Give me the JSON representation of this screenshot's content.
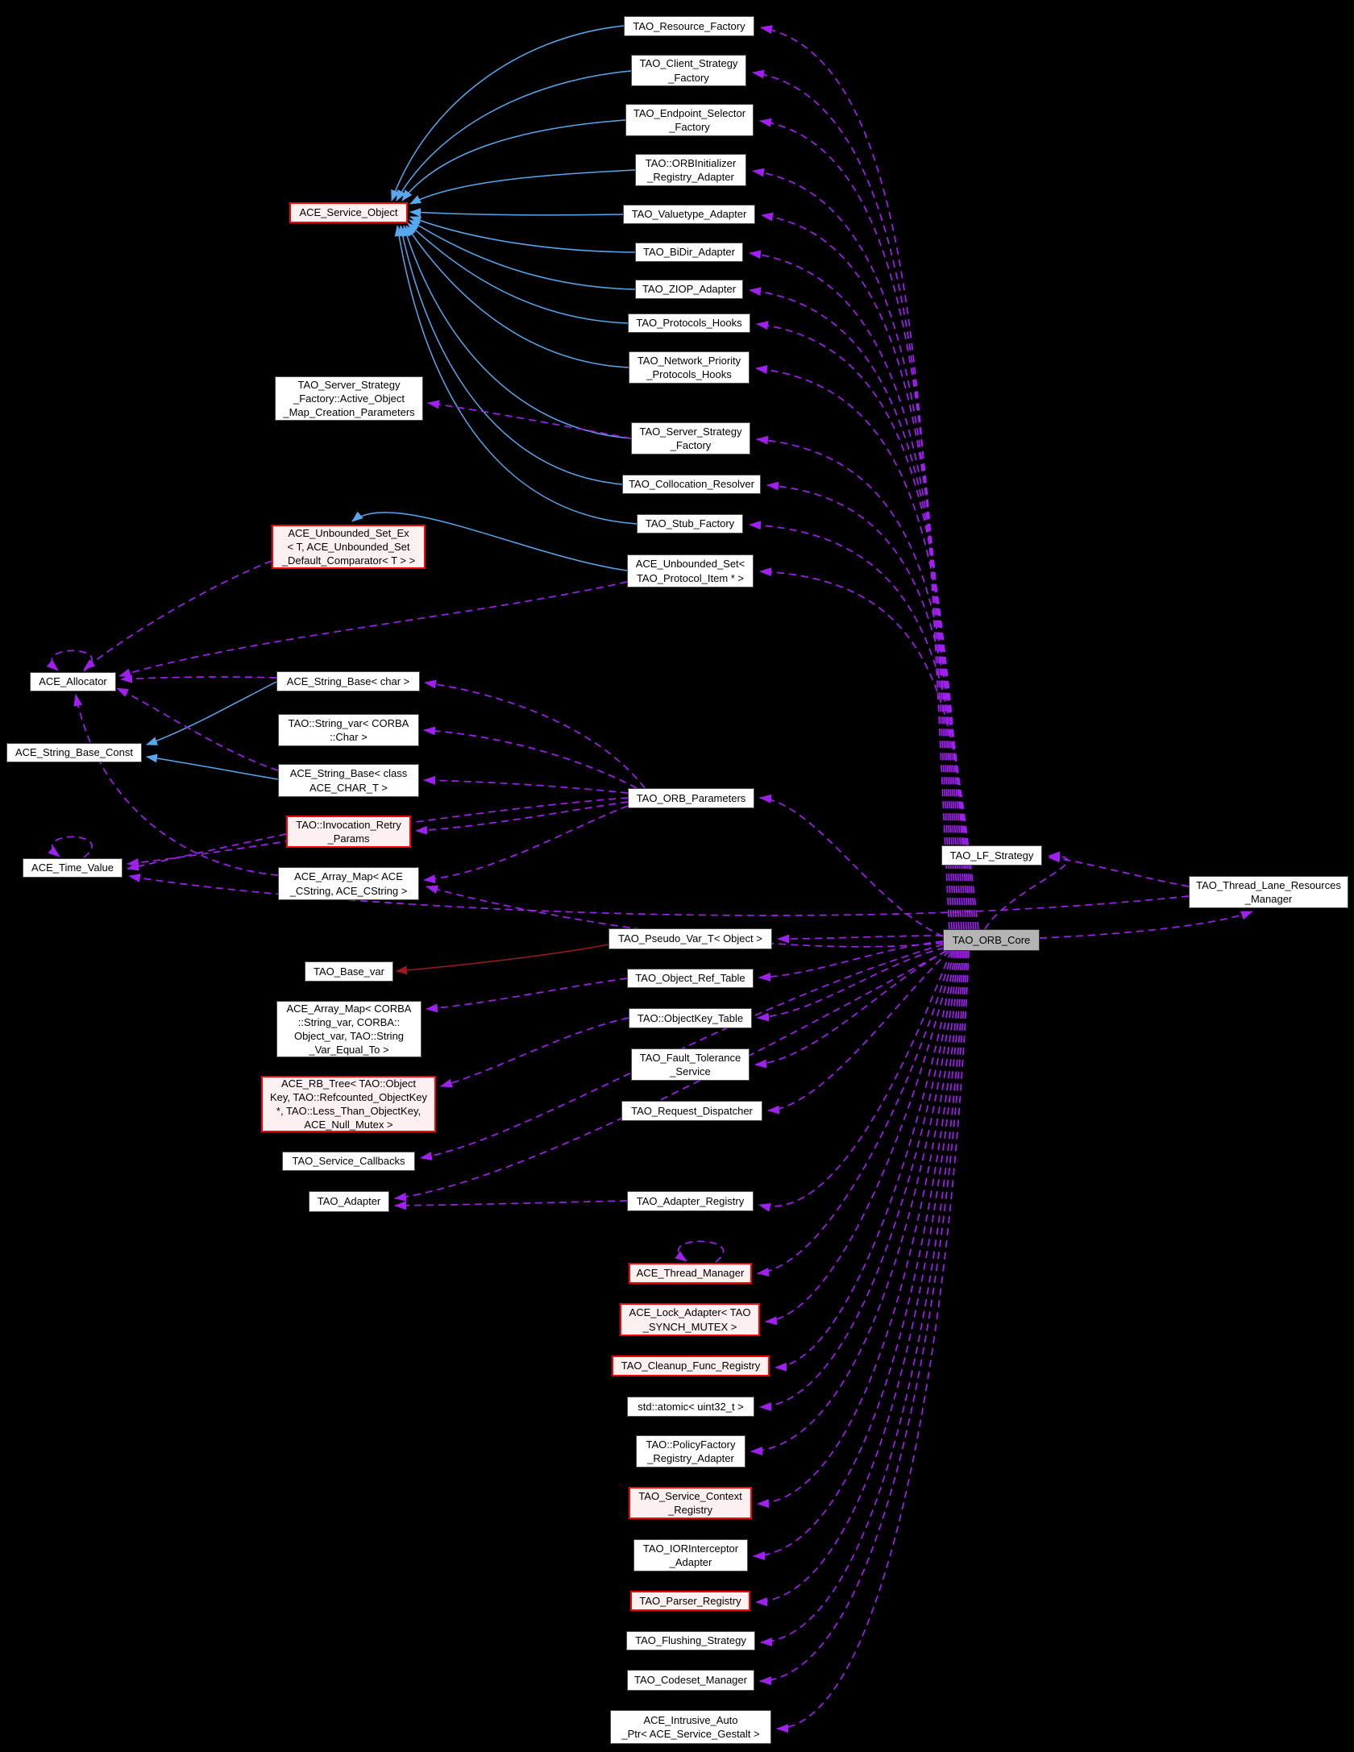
{
  "diagram": {
    "title": "TAO_ORB_Core collaboration graph",
    "background": "#000000"
  },
  "colors": {
    "bg": "#000000",
    "text": "#000000",
    "node_bg": "#ffffff",
    "node_border": "#4a4a4a",
    "red_border": "#ff0000",
    "red_bg": "#fdf0f0",
    "main_bg": "#b4b4b4",
    "main_border": "#333333",
    "edge_inherit": "#58a8ee",
    "edge_collab": "#a020f0",
    "edge_protected": "#9b1c1c"
  },
  "nodes": {
    "res_factory": {
      "label": "TAO_Resource_Factory",
      "emphasis": "normal"
    },
    "client_strat": {
      "label": "TAO_Client_Strategy\n_Factory",
      "emphasis": "normal"
    },
    "endpoint_sel": {
      "label": "TAO_Endpoint_Selector\n_Factory",
      "emphasis": "normal"
    },
    "orbinit_reg": {
      "label": "TAO::ORBInitializer\n_Registry_Adapter",
      "emphasis": "normal"
    },
    "valuetype_ad": {
      "label": "TAO_Valuetype_Adapter",
      "emphasis": "normal"
    },
    "bidir_ad": {
      "label": "TAO_BiDir_Adapter",
      "emphasis": "normal"
    },
    "ziop_ad": {
      "label": "TAO_ZIOP_Adapter",
      "emphasis": "normal"
    },
    "proto_hooks": {
      "label": "TAO_Protocols_Hooks",
      "emphasis": "normal"
    },
    "net_prio": {
      "label": "TAO_Network_Priority\n_Protocols_Hooks",
      "emphasis": "normal"
    },
    "server_strat": {
      "label": "TAO_Server_Strategy\n_Factory",
      "emphasis": "normal"
    },
    "colloc_res": {
      "label": "TAO_Collocation_Resolver",
      "emphasis": "normal"
    },
    "stub_factory": {
      "label": "TAO_Stub_Factory",
      "emphasis": "normal"
    },
    "unbounded_set": {
      "label": "ACE_Unbounded_Set<\nTAO_Protocol_Item * >",
      "emphasis": "normal"
    },
    "service_object": {
      "label": "ACE_Service_Object",
      "emphasis": "red"
    },
    "aom_params": {
      "label": "TAO_Server_Strategy\n_Factory::Active_Object\n_Map_Creation_Parameters",
      "emphasis": "normal"
    },
    "unbounded_set_ex": {
      "label": "ACE_Unbounded_Set_Ex\n< T, ACE_Unbounded_Set\n_Default_Comparator< T > >",
      "emphasis": "red"
    },
    "allocator": {
      "label": "ACE_Allocator",
      "emphasis": "normal"
    },
    "string_base_const": {
      "label": "ACE_String_Base_Const",
      "emphasis": "normal"
    },
    "time_value": {
      "label": "ACE_Time_Value",
      "emphasis": "normal"
    },
    "string_base_char": {
      "label": "ACE_String_Base< char >",
      "emphasis": "normal"
    },
    "string_var": {
      "label": "TAO::String_var< CORBA\n::Char >",
      "emphasis": "normal"
    },
    "string_base_t": {
      "label": "ACE_String_Base< class\nACE_CHAR_T >",
      "emphasis": "normal"
    },
    "invocation_retry": {
      "label": "TAO::Invocation_Retry\n_Params",
      "emphasis": "red"
    },
    "array_map_cstring": {
      "label": "ACE_Array_Map< ACE\n_CString, ACE_CString >",
      "emphasis": "normal"
    },
    "orb_params": {
      "label": "TAO_ORB_Parameters",
      "emphasis": "normal"
    },
    "lf_strategy": {
      "label": "TAO_LF_Strategy",
      "emphasis": "normal"
    },
    "orb_core": {
      "label": "TAO_ORB_Core",
      "emphasis": "main"
    },
    "tlrm": {
      "label": "TAO_Thread_Lane_Resources\n_Manager",
      "emphasis": "normal"
    },
    "pseudo_var": {
      "label": "TAO_Pseudo_Var_T< Object >",
      "emphasis": "normal"
    },
    "base_var": {
      "label": "TAO_Base_var",
      "emphasis": "normal"
    },
    "obj_ref_table": {
      "label": "TAO_Object_Ref_Table",
      "emphasis": "normal"
    },
    "array_map_strvar": {
      "label": "ACE_Array_Map< CORBA\n::String_var, CORBA::\nObject_var, TAO::String\n_Var_Equal_To >",
      "emphasis": "normal"
    },
    "objectkey_table": {
      "label": "TAO::ObjectKey_Table",
      "emphasis": "normal"
    },
    "fault_tolerance": {
      "label": "TAO_Fault_Tolerance\n_Service",
      "emphasis": "normal"
    },
    "rb_tree": {
      "label": "ACE_RB_Tree< TAO::Object\nKey, TAO::Refcounted_ObjectKey\n*, TAO::Less_Than_ObjectKey,\nACE_Null_Mutex >",
      "emphasis": "red"
    },
    "request_disp": {
      "label": "TAO_Request_Dispatcher",
      "emphasis": "normal"
    },
    "service_callbacks": {
      "label": "TAO_Service_Callbacks",
      "emphasis": "normal"
    },
    "adapter": {
      "label": "TAO_Adapter",
      "emphasis": "normal"
    },
    "adapter_registry": {
      "label": "TAO_Adapter_Registry",
      "emphasis": "normal"
    },
    "thread_manager": {
      "label": "ACE_Thread_Manager",
      "emphasis": "red"
    },
    "lock_adapter": {
      "label": "ACE_Lock_Adapter< TAO\n_SYNCH_MUTEX >",
      "emphasis": "red"
    },
    "cleanup_func": {
      "label": "TAO_Cleanup_Func_Registry",
      "emphasis": "red"
    },
    "atomic_u32": {
      "label": "std::atomic< uint32_t >",
      "emphasis": "normal"
    },
    "policy_factory": {
      "label": "TAO::PolicyFactory\n_Registry_Adapter",
      "emphasis": "normal"
    },
    "svc_ctx_reg": {
      "label": "TAO_Service_Context\n_Registry",
      "emphasis": "red"
    },
    "ior_interceptor": {
      "label": "TAO_IORInterceptor\n_Adapter",
      "emphasis": "normal"
    },
    "parser_registry": {
      "label": "TAO_Parser_Registry",
      "emphasis": "red"
    },
    "flushing_strategy": {
      "label": "TAO_Flushing_Strategy",
      "emphasis": "normal"
    },
    "codeset_manager": {
      "label": "TAO_Codeset_Manager",
      "emphasis": "normal"
    },
    "intrusive_auto_ptr": {
      "label": "ACE_Intrusive_Auto\n_Ptr< ACE_Service_Gestalt >",
      "emphasis": "normal"
    }
  },
  "edges": [
    {
      "from": "res_factory",
      "to": "service_object",
      "kind": "inherit"
    },
    {
      "from": "client_strat",
      "to": "service_object",
      "kind": "inherit"
    },
    {
      "from": "endpoint_sel",
      "to": "service_object",
      "kind": "inherit"
    },
    {
      "from": "orbinit_reg",
      "to": "service_object",
      "kind": "inherit"
    },
    {
      "from": "valuetype_ad",
      "to": "service_object",
      "kind": "inherit"
    },
    {
      "from": "bidir_ad",
      "to": "service_object",
      "kind": "inherit"
    },
    {
      "from": "ziop_ad",
      "to": "service_object",
      "kind": "inherit"
    },
    {
      "from": "proto_hooks",
      "to": "service_object",
      "kind": "inherit"
    },
    {
      "from": "net_prio",
      "to": "service_object",
      "kind": "inherit"
    },
    {
      "from": "server_strat",
      "to": "service_object",
      "kind": "inherit"
    },
    {
      "from": "colloc_res",
      "to": "service_object",
      "kind": "inherit"
    },
    {
      "from": "stub_factory",
      "to": "service_object",
      "kind": "inherit"
    },
    {
      "from": "unbounded_set",
      "to": "unbounded_set_ex",
      "kind": "inherit"
    },
    {
      "from": "string_base_char",
      "to": "string_base_const",
      "kind": "inherit"
    },
    {
      "from": "string_base_t",
      "to": "string_base_const",
      "kind": "inherit"
    },
    {
      "from": "pseudo_var",
      "to": "base_var",
      "kind": "protected"
    },
    {
      "from": "orb_core",
      "to": "res_factory",
      "kind": "collab"
    },
    {
      "from": "orb_core",
      "to": "client_strat",
      "kind": "collab"
    },
    {
      "from": "orb_core",
      "to": "endpoint_sel",
      "kind": "collab"
    },
    {
      "from": "orb_core",
      "to": "orbinit_reg",
      "kind": "collab"
    },
    {
      "from": "orb_core",
      "to": "valuetype_ad",
      "kind": "collab"
    },
    {
      "from": "orb_core",
      "to": "bidir_ad",
      "kind": "collab"
    },
    {
      "from": "orb_core",
      "to": "ziop_ad",
      "kind": "collab"
    },
    {
      "from": "orb_core",
      "to": "proto_hooks",
      "kind": "collab"
    },
    {
      "from": "orb_core",
      "to": "net_prio",
      "kind": "collab"
    },
    {
      "from": "orb_core",
      "to": "server_strat",
      "kind": "collab"
    },
    {
      "from": "orb_core",
      "to": "colloc_res",
      "kind": "collab"
    },
    {
      "from": "orb_core",
      "to": "stub_factory",
      "kind": "collab"
    },
    {
      "from": "orb_core",
      "to": "unbounded_set",
      "kind": "collab"
    },
    {
      "from": "orb_core",
      "to": "orb_params",
      "kind": "collab"
    },
    {
      "from": "orb_core",
      "to": "lf_strategy",
      "kind": "collab"
    },
    {
      "from": "orb_core",
      "to": "tlrm",
      "kind": "collab"
    },
    {
      "from": "tlrm",
      "to": "lf_strategy",
      "kind": "collab"
    },
    {
      "from": "tlrm",
      "to": "time_value",
      "kind": "collab"
    },
    {
      "from": "orb_core",
      "to": "pseudo_var",
      "kind": "collab"
    },
    {
      "from": "orb_core",
      "to": "obj_ref_table",
      "kind": "collab"
    },
    {
      "from": "orb_core",
      "to": "objectkey_table",
      "kind": "collab"
    },
    {
      "from": "orb_core",
      "to": "fault_tolerance",
      "kind": "collab"
    },
    {
      "from": "orb_core",
      "to": "request_disp",
      "kind": "collab"
    },
    {
      "from": "orb_core",
      "to": "service_callbacks",
      "kind": "collab"
    },
    {
      "from": "orb_core",
      "to": "adapter",
      "kind": "collab"
    },
    {
      "from": "adapter_registry",
      "to": "adapter",
      "kind": "collab"
    },
    {
      "from": "orb_core",
      "to": "adapter_registry",
      "kind": "collab"
    },
    {
      "from": "orb_core",
      "to": "thread_manager",
      "kind": "collab"
    },
    {
      "from": "orb_core",
      "to": "lock_adapter",
      "kind": "collab"
    },
    {
      "from": "orb_core",
      "to": "cleanup_func",
      "kind": "collab"
    },
    {
      "from": "orb_core",
      "to": "atomic_u32",
      "kind": "collab"
    },
    {
      "from": "orb_core",
      "to": "policy_factory",
      "kind": "collab"
    },
    {
      "from": "orb_core",
      "to": "svc_ctx_reg",
      "kind": "collab"
    },
    {
      "from": "orb_core",
      "to": "ior_interceptor",
      "kind": "collab"
    },
    {
      "from": "orb_core",
      "to": "parser_registry",
      "kind": "collab"
    },
    {
      "from": "orb_core",
      "to": "flushing_strategy",
      "kind": "collab"
    },
    {
      "from": "orb_core",
      "to": "codeset_manager",
      "kind": "collab"
    },
    {
      "from": "orb_core",
      "to": "intrusive_auto_ptr",
      "kind": "collab"
    },
    {
      "from": "server_strat",
      "to": "aom_params",
      "kind": "collab"
    },
    {
      "from": "orb_params",
      "to": "string_base_char",
      "kind": "collab"
    },
    {
      "from": "orb_params",
      "to": "string_var",
      "kind": "collab"
    },
    {
      "from": "orb_params",
      "to": "string_base_t",
      "kind": "collab"
    },
    {
      "from": "orb_params",
      "to": "invocation_retry",
      "kind": "collab"
    },
    {
      "from": "orb_params",
      "to": "array_map_cstring",
      "kind": "collab"
    },
    {
      "from": "orb_params",
      "to": "time_value",
      "kind": "collab"
    },
    {
      "from": "invocation_retry",
      "to": "time_value",
      "kind": "collab"
    },
    {
      "from": "time_value",
      "to": "time_value",
      "kind": "collab-self"
    },
    {
      "from": "allocator",
      "to": "allocator",
      "kind": "collab-self"
    },
    {
      "from": "thread_manager",
      "to": "thread_manager",
      "kind": "collab-self"
    },
    {
      "from": "string_base_char",
      "to": "allocator",
      "kind": "collab"
    },
    {
      "from": "string_base_t",
      "to": "allocator",
      "kind": "collab"
    },
    {
      "from": "unbounded_set_ex",
      "to": "allocator",
      "kind": "collab"
    },
    {
      "from": "array_map_cstring",
      "to": "allocator",
      "kind": "collab"
    },
    {
      "from": "unbounded_set",
      "to": "allocator",
      "kind": "collab"
    },
    {
      "from": "obj_ref_table",
      "to": "array_map_strvar",
      "kind": "collab"
    },
    {
      "from": "objectkey_table",
      "to": "rb_tree",
      "kind": "collab"
    },
    {
      "from": "orb_core",
      "to": "array_map_cstring",
      "kind": "collab"
    }
  ]
}
